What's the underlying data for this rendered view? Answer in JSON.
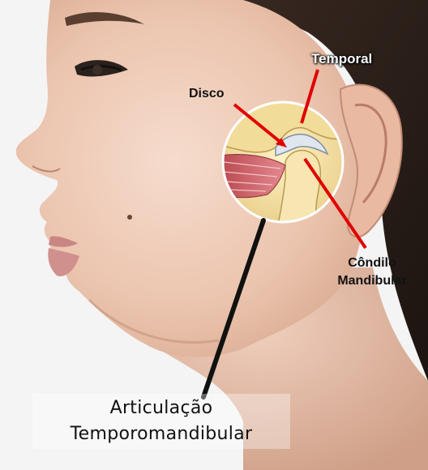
{
  "labels": {
    "temporal": "Temporal",
    "disco": "Disco",
    "condilo_line1": "Côndilo",
    "condilo_line2": "Mandibular",
    "title_line1": "Articulação",
    "title_line2": "Temporomandibular"
  },
  "colors": {
    "pointer_red": "#e00000",
    "leader_black": "#111111"
  }
}
